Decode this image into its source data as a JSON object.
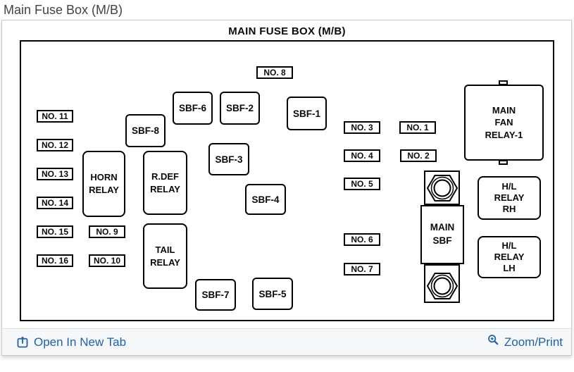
{
  "page": {
    "title": "Main Fuse Box (M/B)"
  },
  "diagram": {
    "title": "MAIN FUSE BOX (M/B)",
    "fuses": {
      "no1": "NO. 1",
      "no2": "NO. 2",
      "no3": "NO. 3",
      "no4": "NO. 4",
      "no5": "NO. 5",
      "no6": "NO. 6",
      "no7": "NO. 7",
      "no8": "NO. 8",
      "no9": "NO. 9",
      "no10": "NO. 10",
      "no11": "NO. 11",
      "no12": "NO. 12",
      "no13": "NO. 13",
      "no14": "NO. 14",
      "no15": "NO. 15",
      "no16": "NO. 16"
    },
    "sbf": {
      "sbf1": "SBF-1",
      "sbf2": "SBF-2",
      "sbf3": "SBF-3",
      "sbf4": "SBF-4",
      "sbf5": "SBF-5",
      "sbf6": "SBF-6",
      "sbf7": "SBF-7",
      "sbf8": "SBF-8"
    },
    "relays": {
      "horn": "HORN\nRELAY",
      "rdef": "R.DEF\nRELAY",
      "tail": "TAIL\nRELAY",
      "main_sbf": "MAIN\nSBF",
      "main_fan": "MAIN\nFAN\nRELAY-1",
      "hl_rh": "H/L\nRELAY\nRH",
      "hl_lh": "H/L\nRELAY\nLH"
    }
  },
  "footer": {
    "open_in_new_tab": "Open In New Tab",
    "zoom_print": "Zoom/Print"
  },
  "colors": {
    "link": "#1d62ab",
    "diagram_outline": "#000000",
    "panel_border": "#c9c9c9",
    "footer_bg": "#f6f7f8"
  }
}
